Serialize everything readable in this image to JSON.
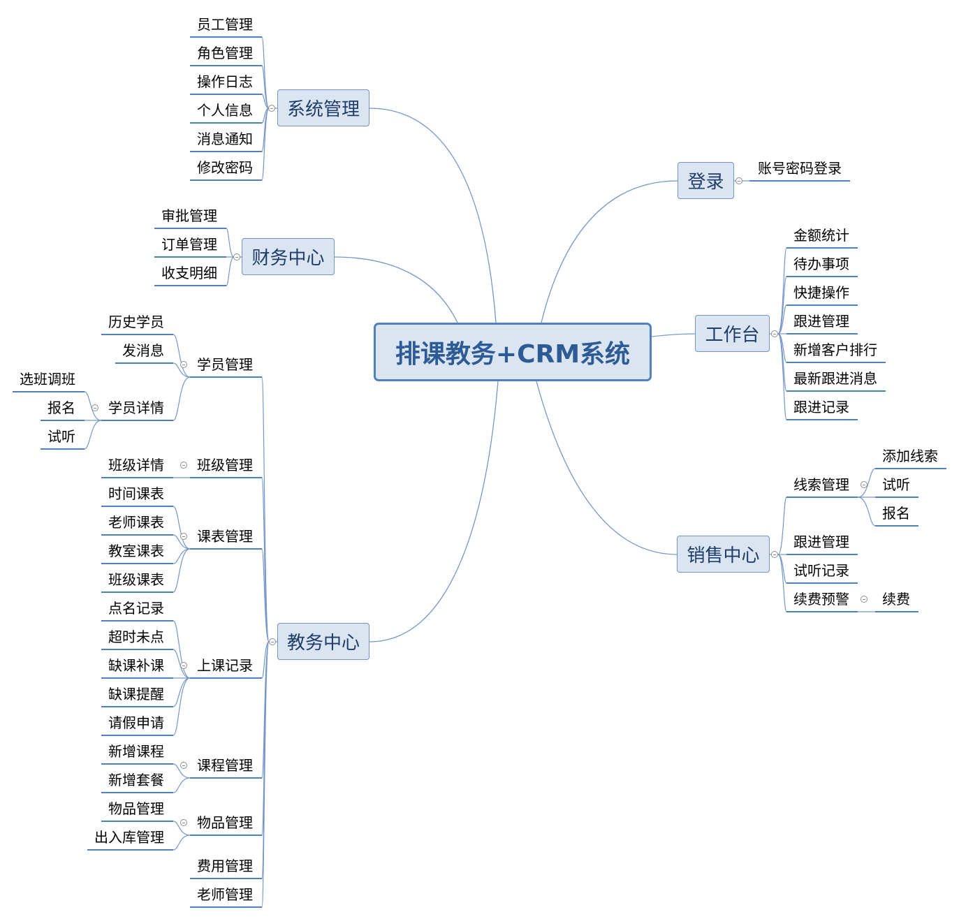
{
  "central_topic": "排课教务+CRM系统",
  "system": {
    "label": "系统管理",
    "items": [
      "员工管理",
      "角色管理",
      "操作日志",
      "个人信息",
      "消息通知",
      "修改密码"
    ]
  },
  "finance": {
    "label": "财务中心",
    "items": [
      "审批管理",
      "订单管理",
      "收支明细"
    ]
  },
  "academic": {
    "label": "教务中心",
    "student_management": {
      "label": "学员管理",
      "items": [
        "历史学员",
        "发消息"
      ],
      "student_details": {
        "label": "学员详情",
        "items": [
          "选班调班",
          "报名",
          "试听"
        ]
      }
    },
    "class_management": {
      "label": "班级管理",
      "items": [
        "班级详情"
      ]
    },
    "timetable_management": {
      "label": "课表管理",
      "items": [
        "时间课表",
        "老师课表",
        "教室课表",
        "班级课表"
      ]
    },
    "attendance_records": {
      "label": "上课记录",
      "items": [
        "点名记录",
        "超时未点",
        "缺课补课",
        "缺课提醒",
        "请假申请"
      ]
    },
    "course_management": {
      "label": "课程管理",
      "items": [
        "新增课程",
        "新增套餐"
      ]
    },
    "goods_management": {
      "label": "物品管理",
      "items": [
        "物品管理",
        "出入库管理"
      ]
    },
    "fee_management": {
      "label": "费用管理"
    },
    "teacher_management": {
      "label": "老师管理"
    }
  },
  "login": {
    "label": "登录",
    "items": [
      "账号密码登录"
    ]
  },
  "workbench": {
    "label": "工作台",
    "items": [
      "金额统计",
      "待办事项",
      "快捷操作",
      "跟进管理",
      "新增客户排行",
      "最新跟进消息",
      "跟进记录"
    ]
  },
  "sales": {
    "label": "销售中心",
    "lead_management": {
      "label": "线索管理",
      "items": [
        "添加线索",
        "试听",
        "报名"
      ]
    },
    "follow_up_management": {
      "label": "跟进管理"
    },
    "trial_records": {
      "label": "试听记录"
    },
    "renewal_alert": {
      "label": "续费预警",
      "items": [
        "续费"
      ]
    }
  },
  "icons": {
    "collapse_toggle": "collapse-minus-icon"
  },
  "colors": {
    "topic_fill": "#DBE5F1",
    "topic_border": "#7193C6",
    "central_border": "#4F81BD",
    "central_text": "#2D5B96",
    "topic_text": "#1F3D6B",
    "connector": "#7596C8",
    "underline": "#4F7FBF",
    "leaf_text": "#000000",
    "toggle": "#8C8C8C"
  }
}
